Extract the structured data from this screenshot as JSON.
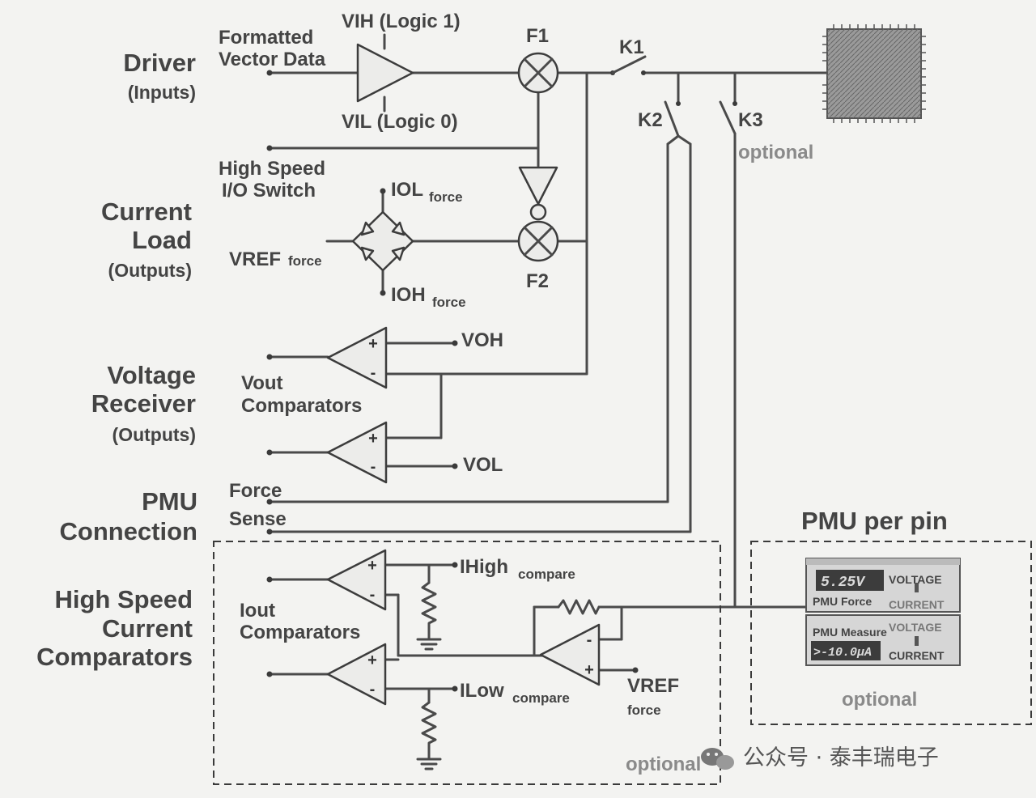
{
  "sections": {
    "driver": "Driver",
    "driver_sub": "(Inputs)",
    "current_load_1": "Current",
    "current_load_2": "Load",
    "current_load_sub": "(Outputs)",
    "voltage_receiver_1": "Voltage",
    "voltage_receiver_2": "Receiver",
    "voltage_receiver_sub": "(Outputs)",
    "pmu_1": "PMU",
    "pmu_2": "Connection",
    "hscc_1": "High Speed",
    "hscc_2": "Current",
    "hscc_3": "Comparators"
  },
  "labels": {
    "vector_1": "Formatted",
    "vector_2": "Vector Data",
    "vih": "VIH (Logic 1)",
    "vil": "VIL (Logic 0)",
    "f1": "F1",
    "f2": "F2",
    "k1": "K1",
    "k2": "K2",
    "k3": "K3",
    "k3_optional": "optional",
    "hs_switch_1": "High Speed",
    "hs_switch_2": "I/O Switch",
    "iol": "IOL",
    "iol_sub": "force",
    "ioh": "IOH",
    "ioh_sub": "force",
    "vref": "VREF",
    "vref_sub": "force",
    "voh": "VOH",
    "vol": "VOL",
    "vout_1": "Vout",
    "vout_2": "Comparators",
    "force": "Force",
    "sense": "Sense",
    "ihigh": "IHigh",
    "ihigh_sub": "compare",
    "ilow": "ILow",
    "ilow_sub": "compare",
    "iout_1": "Iout",
    "iout_2": "Comparators",
    "vref2": "VREF",
    "vref2_sub": "force",
    "hscc_optional": "optional",
    "plus": "+",
    "minus": "-"
  },
  "pmu_per_pin": {
    "title": "PMU per pin",
    "display_force": "5.25V",
    "display_measure": ">-10.0µA",
    "force_label": "PMU Force",
    "measure_label": "PMU Measure",
    "voltage": "VOLTAGE",
    "current": "CURRENT",
    "optional": "optional"
  },
  "watermark": "公众号 · 泰丰瑞电子",
  "icons": [
    "buffer-driver-icon",
    "mixer-icon",
    "diode-bridge-icon",
    "comparator-icon",
    "resistor-icon",
    "ground-icon",
    "switch-icon",
    "chip-icon",
    "instrument-icon",
    "wechat-icon"
  ]
}
